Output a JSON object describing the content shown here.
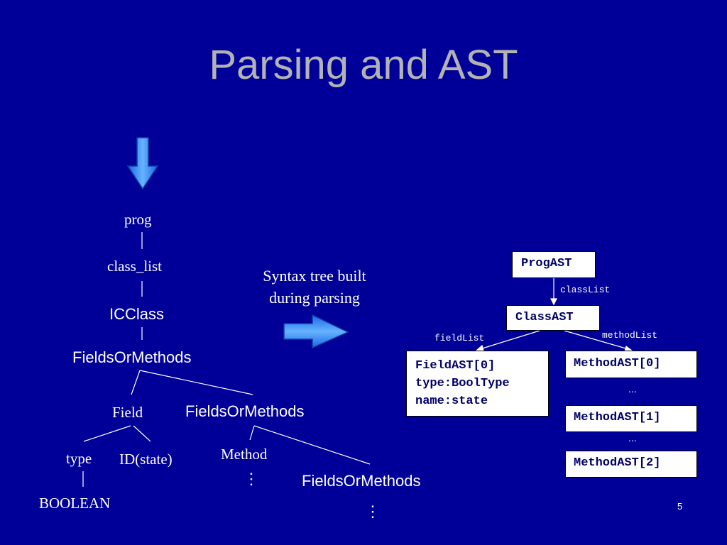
{
  "slide": {
    "title": "Parsing and AST",
    "page_number": "5"
  },
  "parse_tree": {
    "prog": "prog",
    "class_list": "class_list",
    "icclass": "ICClass",
    "fields_or_methods_1": "FieldsOrMethods",
    "field": "Field",
    "fields_or_methods_2": "FieldsOrMethods",
    "type": "type",
    "id_state": "ID(state)",
    "method": "Method",
    "boolean": "BOOLEAN",
    "fields_or_methods_3": "FieldsOrMethods",
    "vertical_dots": "⋮"
  },
  "caption": {
    "line1": "Syntax tree built",
    "line2": "during parsing"
  },
  "ast": {
    "prog_ast": "ProgAST",
    "class_list_edge": "classList",
    "class_ast": "ClassAST",
    "field_list_edge": "fieldList",
    "method_list_edge": "methodList",
    "field_ast_lines": [
      "FieldAST[0]",
      "type:BoolType",
      "name:state"
    ],
    "method_ast_0": "MethodAST[0]",
    "method_ast_1": "MethodAST[1]",
    "method_ast_2": "MethodAST[2]",
    "ellipsis": "..."
  },
  "colors": {
    "background": "#000099",
    "title": "#b3b3b3",
    "text": "#ffffff",
    "arrow_fill": "#3399ff",
    "box_fill": "#ffffff"
  },
  "icons": [
    "down-arrow-icon",
    "right-arrow-icon"
  ]
}
